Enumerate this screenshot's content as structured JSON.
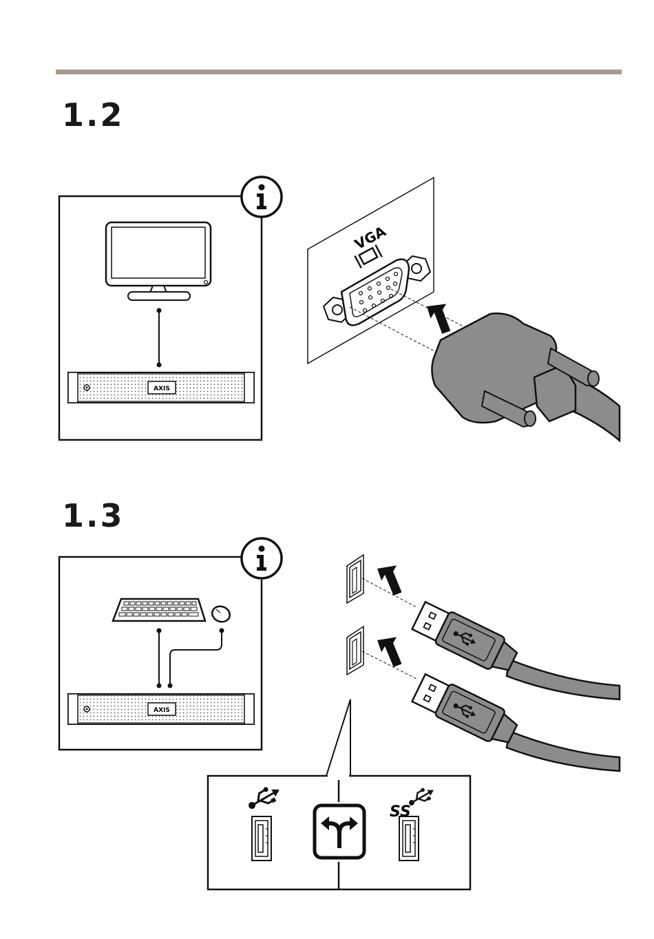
{
  "steps": [
    {
      "number": "1.2"
    },
    {
      "number": "1.3"
    }
  ],
  "labels": {
    "vga_port": "VGA",
    "brand_logo": "AXIS",
    "usb_superspeed": "SS"
  },
  "icons": {
    "info": "info-icon",
    "monitor": "monitor-icon",
    "server": "server-icon",
    "keyboard": "keyboard-icon",
    "mouse": "mouse-icon",
    "vga_connector": "vga-connector-icon",
    "usb_connector": "usb-connector-icon",
    "usb_symbol": "usb-symbol-icon",
    "either_option": "split-arrow-icon"
  },
  "colors": {
    "rule": "#a89a8c",
    "cable": "#8c8c8c",
    "outline": "#1a1a1a"
  }
}
